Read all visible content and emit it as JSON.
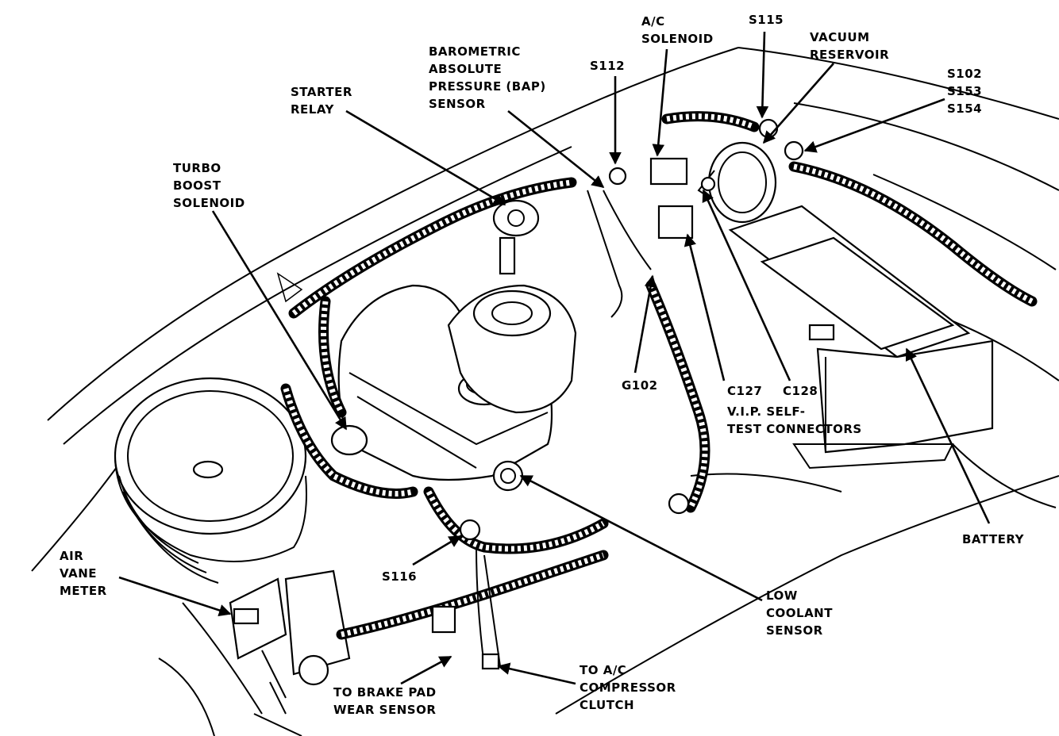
{
  "labels": {
    "barometric": [
      "BAROMETRIC",
      "ABSOLUTE",
      "PRESSURE (BAP)",
      "SENSOR"
    ],
    "ac_solenoid": [
      "A/C",
      "SOLENOID"
    ],
    "s115": "S115",
    "vacuum_reservoir": [
      "VACUUM",
      "RESERVOIR"
    ],
    "s112": "S112",
    "s102_group": [
      "S102",
      "S153",
      "S154"
    ],
    "starter_relay": [
      "STARTER",
      "RELAY"
    ],
    "turbo_boost": [
      "TURBO",
      "BOOST",
      "SOLENOID"
    ],
    "g102": "G102",
    "c127": "C127",
    "c128": "C128",
    "vip": [
      "V.I.P. SELF-",
      "TEST CONNECTORS"
    ],
    "battery": "BATTERY",
    "air_vane": [
      "AIR",
      "VANE",
      "METER"
    ],
    "s116": "S116",
    "low_coolant": [
      "LOW",
      "COOLANT",
      "SENSOR"
    ],
    "to_ac_compressor": [
      "TO  A/C",
      "COMPRESSOR",
      "CLUTCH"
    ],
    "to_brake_pad": [
      "TO BRAKE PAD",
      "WEAR SENSOR"
    ]
  }
}
